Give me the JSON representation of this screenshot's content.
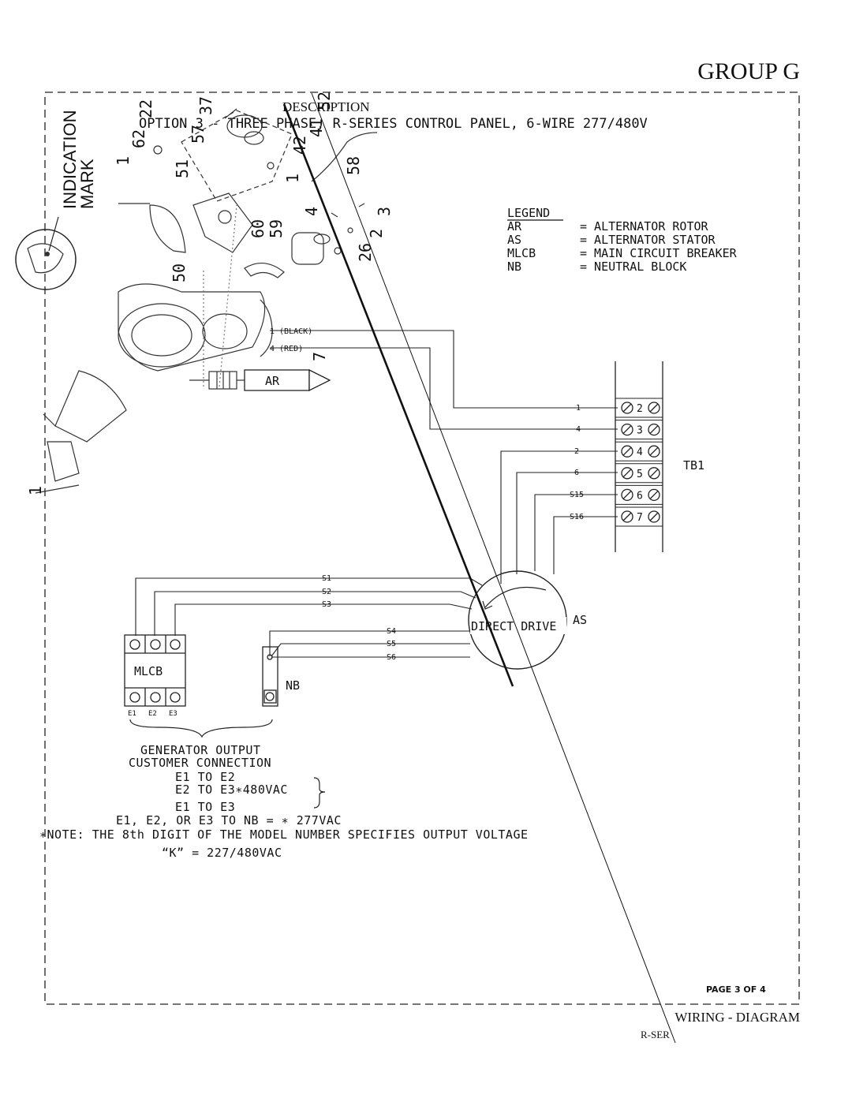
{
  "header": {
    "group": "GROUP G",
    "description_label": "DESCRIPTION",
    "option_title": "OPTION 3 - THREE PHASE, R-SERIES CONTROL PANEL, 6-WIRE 277/480V"
  },
  "indication_mark": [
    "INDICATION",
    "MARK"
  ],
  "part_callouts": [
    "1",
    "62",
    "22",
    "37",
    "57",
    "51",
    "1",
    "42",
    "41",
    "52",
    "58",
    "1",
    "4",
    "3",
    "60",
    "59",
    "2",
    "26",
    "50",
    "7",
    "1"
  ],
  "legend": {
    "title": "LEGEND",
    "rows": [
      {
        "code": "AR",
        "meaning": "= ALTERNATOR ROTOR"
      },
      {
        "code": "AS",
        "meaning": "= ALTERNATOR STATOR"
      },
      {
        "code": "MLCB",
        "meaning": "= MAIN CIRCUIT BREAKER"
      },
      {
        "code": "NB",
        "meaning": "= NEUTRAL BLOCK"
      }
    ]
  },
  "rotor": {
    "label": "AR",
    "lead_black": "1 (BLACK)",
    "lead_red": "4 (RED)"
  },
  "terminal_block": {
    "label": "TB1",
    "rows": [
      {
        "wire": "1",
        "terminal": "2"
      },
      {
        "wire": "4",
        "terminal": "3"
      },
      {
        "wire": "2",
        "terminal": "4"
      },
      {
        "wire": "6",
        "terminal": "5"
      },
      {
        "wire": "S15",
        "terminal": "6"
      },
      {
        "wire": "S16",
        "terminal": "7"
      }
    ]
  },
  "stator": {
    "label": "AS",
    "inner_label": "DIRECT DRIVE",
    "wires_left": [
      "S1",
      "S2",
      "S3"
    ],
    "wires_nb": [
      "S4",
      "S5",
      "S6"
    ]
  },
  "breaker": {
    "label": "MLCB",
    "terminals": [
      "E1",
      "E2",
      "E3"
    ]
  },
  "neutral_block": {
    "label": "NB"
  },
  "notes": {
    "output_title_1": "GENERATOR OUTPUT",
    "output_title_2": "CUSTOMER CONNECTION",
    "line_1": "E1 TO E2",
    "line_2": "E2 TO E3∗480VAC",
    "line_3": "E1 TO E3",
    "line_4": "E1, E2, OR E3 TO NB = ∗ 277VAC",
    "line_5": "∗NOTE: THE 8th DIGIT OF THE MODEL NUMBER SPECIFIES OUTPUT VOLTAGE",
    "line_6": "“K” = 227/480VAC"
  },
  "footer": {
    "page": "PAGE 3 OF 4",
    "title": "WIRING - DIAGRAM",
    "code": "R-SER"
  }
}
